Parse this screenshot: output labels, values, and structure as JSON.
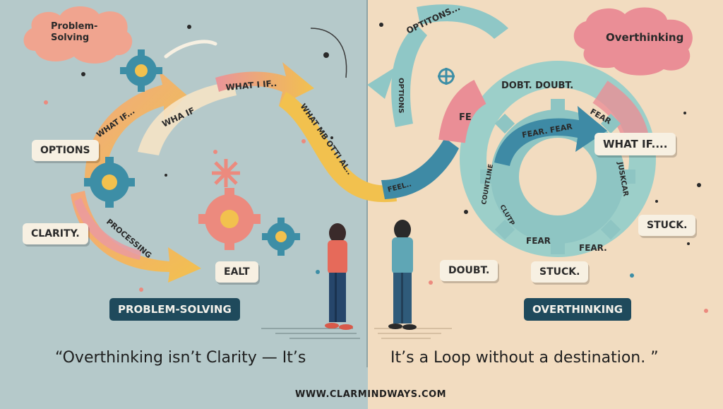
{
  "left_panel": {
    "cloud_label_line1": "Problem-",
    "cloud_label_line2": "Solving",
    "arrow_texts": {
      "top_left": "WHAT IF...",
      "middle": "WHA IF",
      "top": "WHAT I IF..",
      "descending": "WHAT MB OTTI AL..",
      "bottom": "PROCESSING"
    },
    "labels": {
      "options": "OPTIONS",
      "clarity": "CLARITY.",
      "ealt": "EALT"
    },
    "banner": "PROBLEM-SOLVING"
  },
  "right_panel": {
    "cloud_label": "Overthinking",
    "arrow_texts": {
      "top": "OPTITONS...",
      "left_vertical": "OPTIONS",
      "loop_top": "DOBT. DOUBT.",
      "inner": "FEAR. FEAR",
      "fe": "FE",
      "fear_right": "FEAR",
      "bottom": "FEAR",
      "bottom_right": "FEAR.",
      "right_vertical": "JUSKCAR",
      "left_curve": "COUNTLINE",
      "clutp": "CLUTP",
      "bridge": "FEEL.."
    },
    "labels": {
      "what_if": "WHAT IF....",
      "stuck_right": "STUCK.",
      "doubt": "DOUBT.",
      "stuck_bottom": "STUCK."
    },
    "banner": "OVERTHINKING"
  },
  "quote": {
    "left": "“Overthinking isn’t Clarity —  It’s",
    "right": "It’s a Loop without a destination. ”"
  },
  "footer_url": "WWW.CLARMINDWAYS.COM",
  "colors": {
    "left_bg": "#b5c9ca",
    "right_bg": "#f2dcc0",
    "banner": "#1f4a5c",
    "gear_teal": "#3d8ea6",
    "gear_coral": "#ec8a7e",
    "arrow_yellow": "#f2c14e",
    "arrow_pink": "#e98e93",
    "arrow_teal": "#8fc7c6",
    "loop_teal": "#9ccfc9"
  }
}
